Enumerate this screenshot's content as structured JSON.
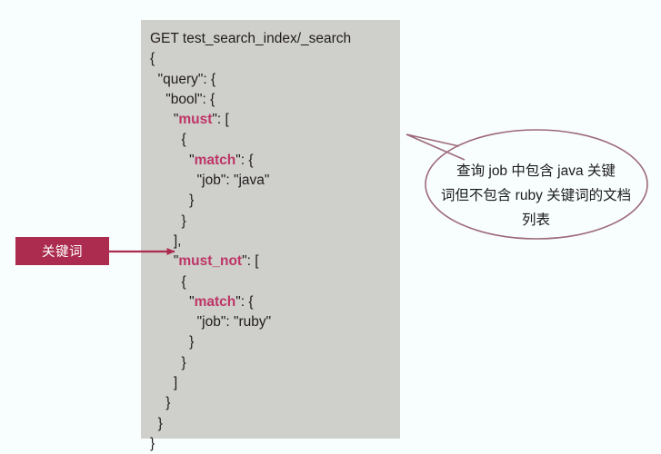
{
  "slide": {
    "background_color": "#f8fdfd",
    "accent_color": "#ab2c4e",
    "keyword_color": "#bd3566",
    "code_block_bg": "#cfcfcc",
    "callout_stroke": "#9c6a78"
  },
  "code_block": {
    "request_line": "GET test_search_index/_search",
    "lines": [
      {
        "indent": "",
        "text": "GET test_search_index/_search",
        "highlight": null
      },
      {
        "indent": "",
        "text": "{",
        "highlight": null
      },
      {
        "indent": "  ",
        "text": "\"query\": {",
        "highlight": null
      },
      {
        "indent": "    ",
        "text": "\"bool\": {",
        "highlight": null
      },
      {
        "indent": "      ",
        "text": "\"must\": [",
        "highlight": "must"
      },
      {
        "indent": "        ",
        "text": "{",
        "highlight": null
      },
      {
        "indent": "          ",
        "text": "\"match\": {",
        "highlight": "match"
      },
      {
        "indent": "            ",
        "text": "\"job\": \"java\"",
        "highlight": null
      },
      {
        "indent": "          ",
        "text": "}",
        "highlight": null
      },
      {
        "indent": "        ",
        "text": "}",
        "highlight": null
      },
      {
        "indent": "      ",
        "text": "],",
        "highlight": null
      },
      {
        "indent": "      ",
        "text": "\"must_not\": [",
        "highlight": "must_not"
      },
      {
        "indent": "        ",
        "text": "{",
        "highlight": null
      },
      {
        "indent": "          ",
        "text": "\"match\": {",
        "highlight": "match"
      },
      {
        "indent": "            ",
        "text": "\"job\": \"ruby\"",
        "highlight": null
      },
      {
        "indent": "          ",
        "text": "}",
        "highlight": null
      },
      {
        "indent": "        ",
        "text": "}",
        "highlight": null
      },
      {
        "indent": "      ",
        "text": "]",
        "highlight": null
      },
      {
        "indent": "    ",
        "text": "}",
        "highlight": null
      },
      {
        "indent": "  ",
        "text": "}",
        "highlight": null
      },
      {
        "indent": "",
        "text": "}",
        "highlight": null
      }
    ],
    "keywords": [
      "must",
      "must_not",
      "match"
    ],
    "field_name": "job",
    "must_value": "java",
    "must_not_value": "ruby",
    "index_name": "test_search_index",
    "endpoint": "_search",
    "http_method": "GET"
  },
  "keyword_label": {
    "text": "关键词"
  },
  "callout": {
    "lines": [
      "查询 job 中包含 java 关键",
      "词但不包含 ruby 关键词的文档",
      "列表"
    ],
    "full_text": "查询 job 中包含 java 关键词但不包含 ruby 关键词的文档列表"
  }
}
